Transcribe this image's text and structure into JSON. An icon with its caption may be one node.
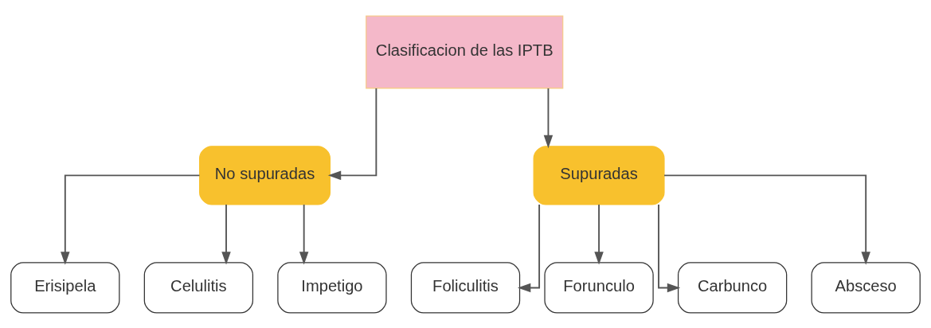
{
  "diagram": {
    "nodes": [
      {
        "text": [
          "Clasificacion de las IPTB"
        ]
      },
      {
        "text": [
          "No supuradas"
        ]
      },
      {
        "text": [
          "Supuradas"
        ]
      },
      {
        "text": [
          "Erisipela"
        ]
      },
      {
        "text": [
          "Celulitis"
        ]
      },
      {
        "text": [
          "Impetigo"
        ]
      },
      {
        "text": [
          "Foliculitis"
        ]
      },
      {
        "text": [
          "Forunculo"
        ]
      },
      {
        "text": [
          "Carbunco"
        ]
      },
      {
        "text": [
          "Absceso"
        ]
      }
    ],
    "edges": [
      {
        "from": 0,
        "to": 1,
        "arrow": "to"
      },
      {
        "from": 0,
        "to": 2,
        "arrow": "to"
      },
      {
        "from": 1,
        "to": 3,
        "arrow": "to"
      },
      {
        "from": 1,
        "to": 4,
        "arrow": "to"
      },
      {
        "from": 1,
        "to": 5,
        "arrow": "to"
      },
      {
        "from": 2,
        "to": 6,
        "arrow": "to"
      },
      {
        "from": 2,
        "to": 7,
        "arrow": "to"
      },
      {
        "from": 2,
        "to": 8,
        "arrow": "to"
      },
      {
        "from": 2,
        "to": 9,
        "arrow": "to"
      }
    ]
  }
}
